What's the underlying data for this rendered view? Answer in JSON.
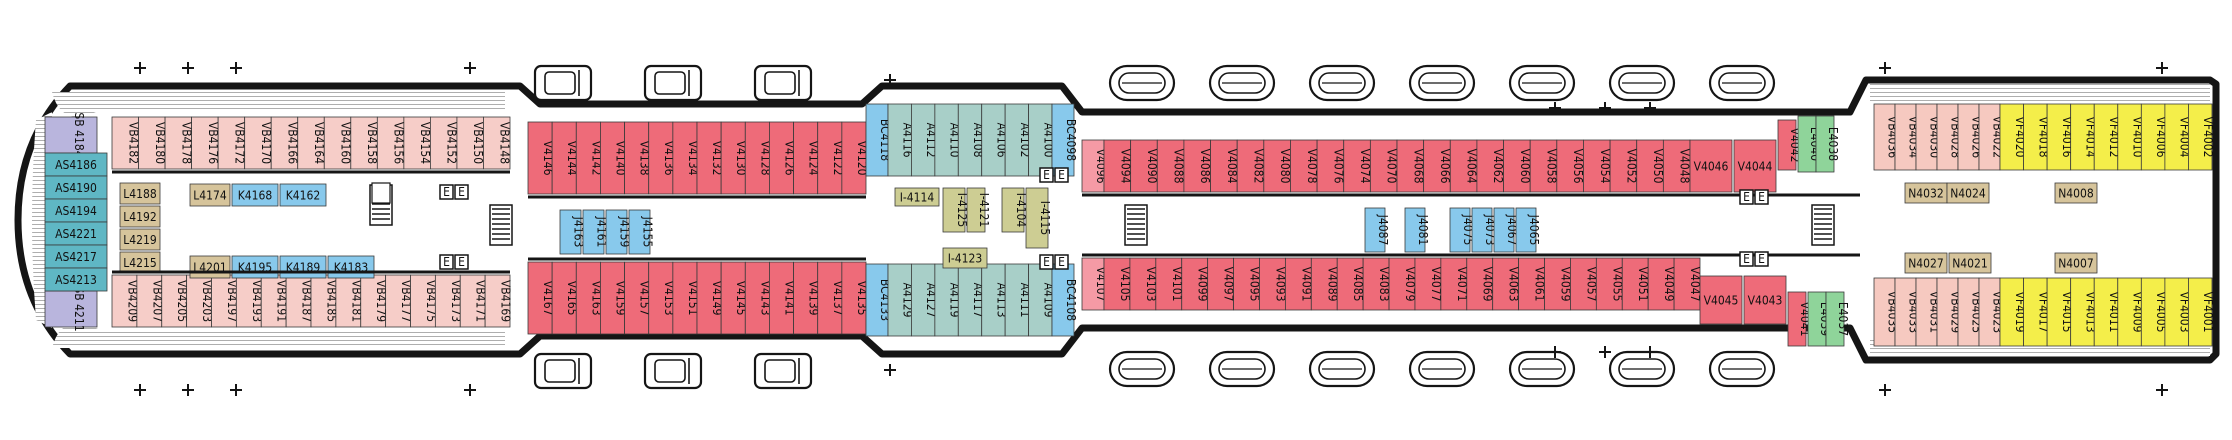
{
  "colors": {
    "hull": "#151515",
    "deck": "#ffffff",
    "purple": "#b9b5dd",
    "teal": "#5fb7c4",
    "pink": "#f6cdc8",
    "red": "#ee6b79",
    "blue": "#88c9ec",
    "sage": "#a8cfc8",
    "tan": "#d6c49b",
    "olive": "#cdcd93",
    "lightred": "#f59aa5",
    "green": "#8fd49a",
    "peach": "#f6c9c0",
    "yellow": "#f4ee4a",
    "pier": "#d9d9d9"
  },
  "icons": {
    "lifeboat": "lifeboat-icon",
    "tender": "tender-icon",
    "stairs": "stairs-icon",
    "elevator": "elevator-icon",
    "accessible": "wheelchair-icon"
  },
  "forward_suites": {
    "top_sb": "SB 4184",
    "bottom_sb": "SB 4211",
    "list": [
      "AS4186",
      "AS4190",
      "AS4194",
      "AS4221",
      "AS4217",
      "AS4213"
    ]
  },
  "top_aft_cabins": [
    "VB4182",
    "VB4180",
    "VB4178",
    "VB4176",
    "VB4172",
    "VB4170",
    "VB4166",
    "VB4164",
    "VB4160",
    "VB4158",
    "VB4156",
    "VB4154",
    "VB4152",
    "VB4150",
    "VB4148"
  ],
  "bottom_aft_cabins": [
    "VB4209",
    "VB4207",
    "VB4205",
    "VB4203",
    "VB4197",
    "VB4193",
    "VB4191",
    "VB4187",
    "VB4185",
    "VB4181",
    "VB4179",
    "VB4177",
    "VB4175",
    "VB4173",
    "VB4171",
    "VB4169"
  ],
  "inside_fwd": {
    "left_col": [
      "L4188",
      "L4192",
      "L4219",
      "L4215"
    ],
    "row_top": [
      "L4174",
      "K4168",
      "K4162"
    ],
    "row_bottom": [
      "L4201",
      "K4195",
      "K4189",
      "K4183"
    ]
  },
  "top_mid_cabins": [
    "V4146",
    "V4144",
    "V4142",
    "V4140",
    "V4138",
    "V4136",
    "V4134",
    "V4132",
    "V4130",
    "V4128",
    "V4126",
    "V4124",
    "V4122",
    "V4120"
  ],
  "bottom_mid_cabins": [
    "V4167",
    "V4165",
    "V4163",
    "V4159",
    "V4157",
    "V4153",
    "V4151",
    "V4149",
    "V4145",
    "V4143",
    "V4141",
    "V4139",
    "V4137",
    "V4135"
  ],
  "inside_mid_blue": [
    "J4163",
    "J4161",
    "J4159",
    "J4155"
  ],
  "bc_top_left": "BC4118",
  "bc_bottom_left": "BC4133",
  "bc_top_right": "BC4098",
  "bc_bottom_right": "BC4108",
  "top_sage_cabins": [
    "A4116",
    "A4112",
    "A4110",
    "A4108",
    "A4106",
    "A4102",
    "A4100"
  ],
  "bottom_sage_cabins": [
    "A4129",
    "A4127",
    "A4119",
    "A4117",
    "A4113",
    "A4111",
    "A4109"
  ],
  "olive_cabins": [
    "I-4114",
    "I-4125",
    "I-4121",
    "I-4104",
    "I-4115",
    "I-4123"
  ],
  "top_fwd_red_cabins": [
    "V4096",
    "V4094",
    "V4090",
    "V4088",
    "V4086",
    "V4084",
    "V4082",
    "V4080",
    "V4078",
    "V4076",
    "V4074",
    "V4070",
    "V4068",
    "V4066",
    "V4064",
    "V4062",
    "V4060",
    "V4058",
    "V4056",
    "V4054",
    "V4052",
    "V4050",
    "V4048"
  ],
  "bottom_fwd_red_cabins": [
    "V4107",
    "V4105",
    "V4103",
    "V4101",
    "V4099",
    "V4097",
    "V4095",
    "V4093",
    "V4091",
    "V4089",
    "V4085",
    "V4083",
    "V4079",
    "V4077",
    "V4071",
    "V4069",
    "V4063",
    "V4061",
    "V4059",
    "V4057",
    "V4055",
    "V4051",
    "V4049",
    "V4047"
  ],
  "inside_fwd_blue": [
    "J4087",
    "J4081",
    "J4075",
    "J4073",
    "J4067",
    "J4065"
  ],
  "top_fwd_pair": [
    "V4046",
    "V4044",
    "V4042"
  ],
  "bottom_fwd_pair": [
    "V4045",
    "V4043",
    "V4041"
  ],
  "top_green": [
    "E4040",
    "E4038"
  ],
  "bottom_green": [
    "E4039",
    "E4037"
  ],
  "top_bow_peach": [
    "VB4036",
    "VB4034",
    "VB4030",
    "VB4028",
    "VB4026",
    "VB4022"
  ],
  "bottom_bow_peach": [
    "VB4035",
    "VB4033",
    "VB4031",
    "VB4029",
    "VB4025",
    "VB4023"
  ],
  "top_bow_yellow": [
    "VF4020",
    "VF4018",
    "VF4016",
    "VF4014",
    "VF4012",
    "VF4010",
    "VF4006",
    "VF4004",
    "VF4002"
  ],
  "bottom_bow_yellow": [
    "VF4019",
    "VF4017",
    "VF4015",
    "VF4013",
    "VF4011",
    "VF4009",
    "VF4005",
    "VF4003",
    "VF4001"
  ],
  "bow_inside_top": [
    "N4032",
    "N4024",
    "N4008"
  ],
  "bow_inside_bottom": [
    "N4027",
    "N4021",
    "N4007"
  ]
}
